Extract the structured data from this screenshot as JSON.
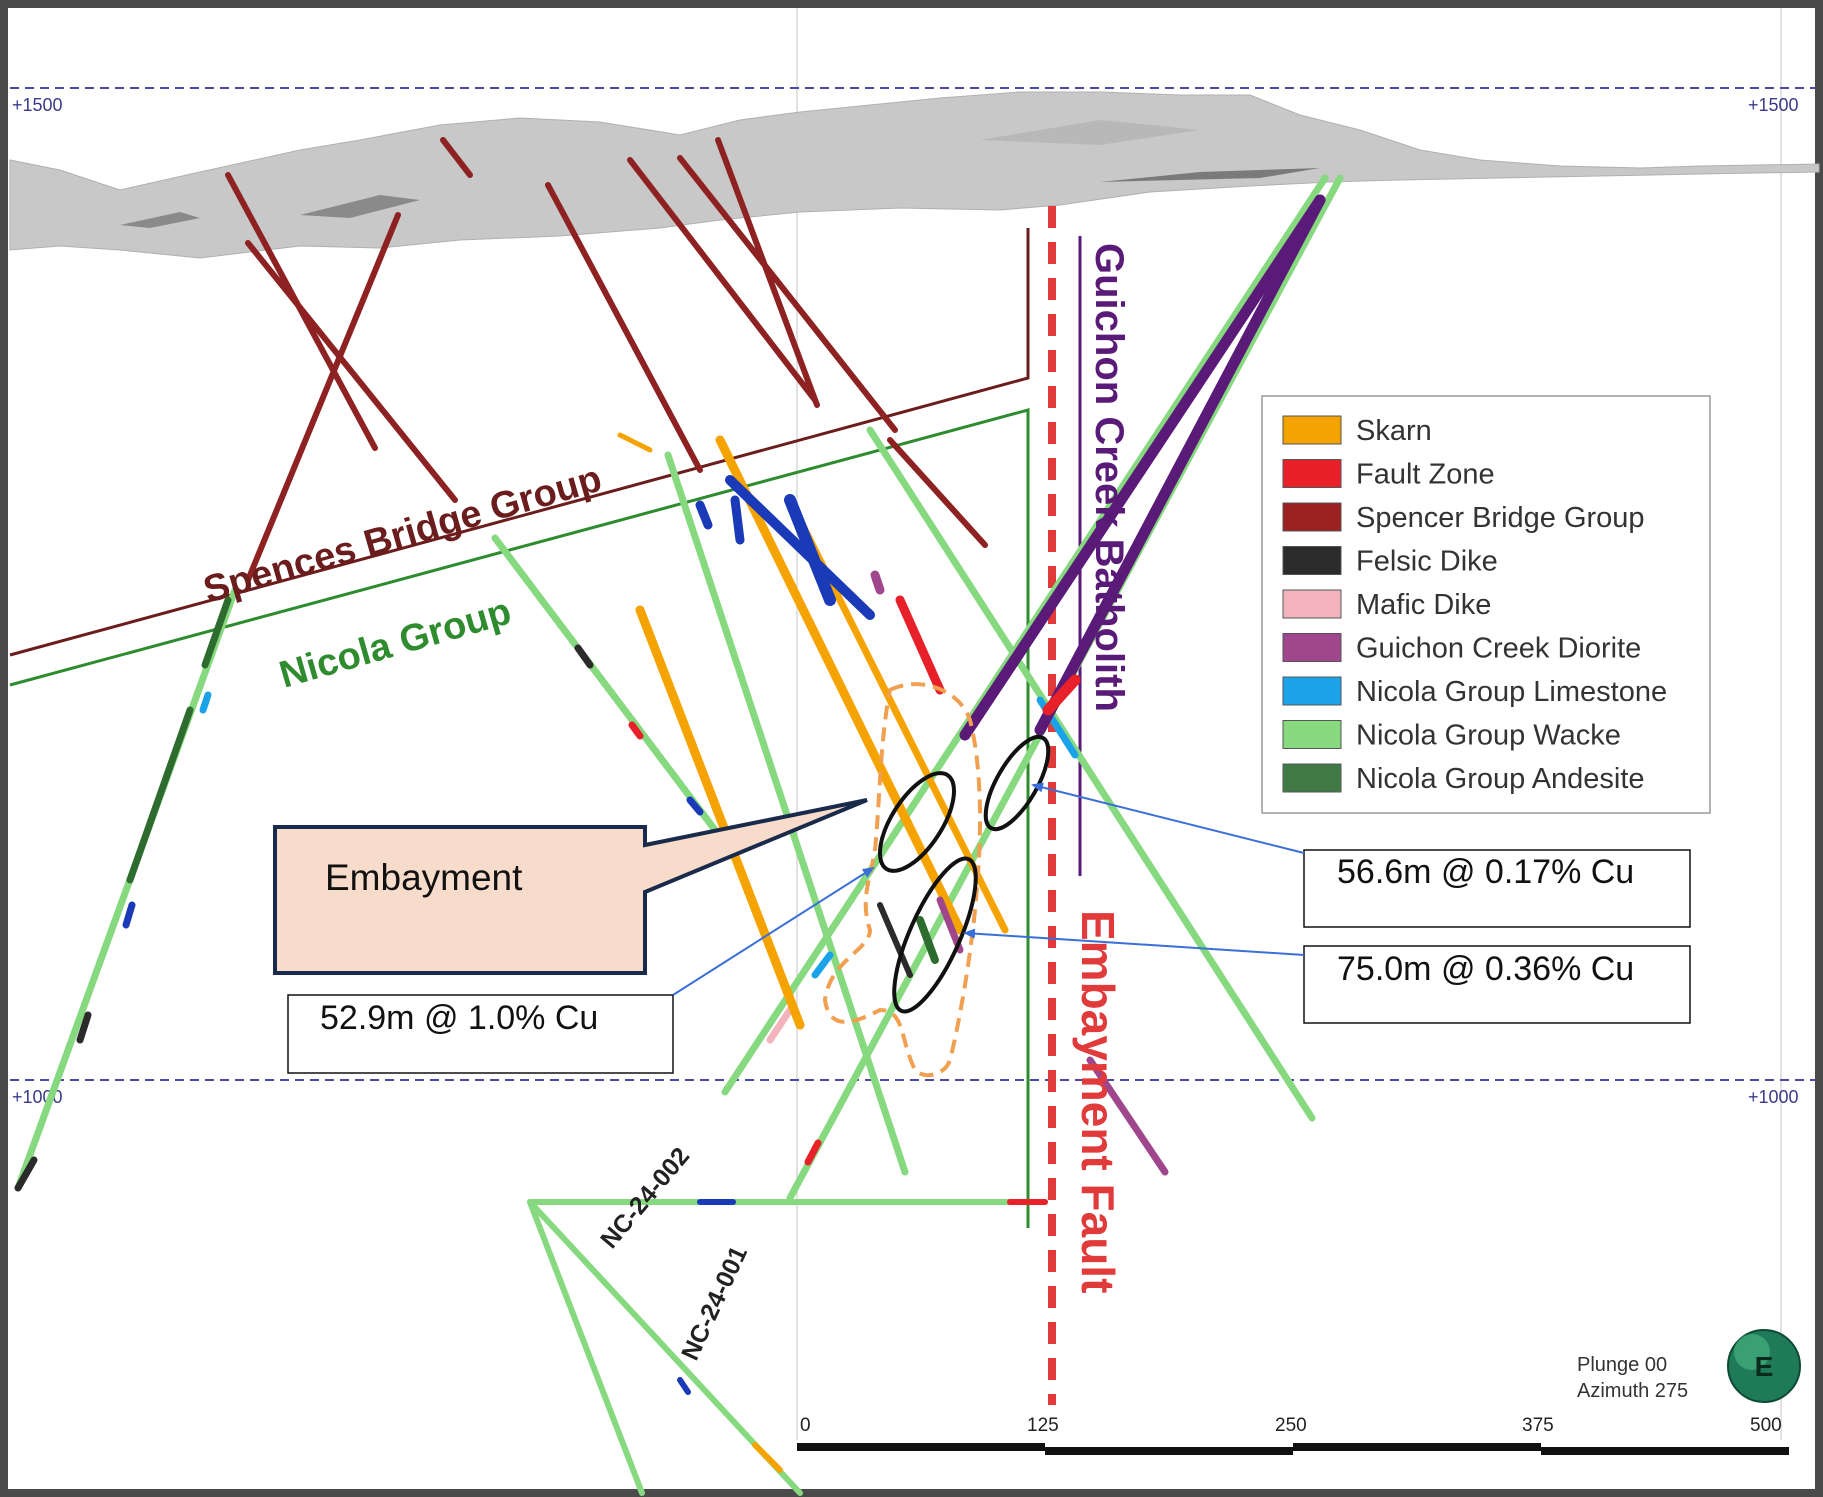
{
  "elevation_labels": {
    "upper": "+1500",
    "lower": "+1000"
  },
  "unit_labels": {
    "spences_bridge": "Spences Bridge Group",
    "nicola": "Nicola Group",
    "batholith": "Guichon Creek Batholith",
    "fault": "Embayment Fault"
  },
  "callouts": {
    "embayment": "Embayment",
    "intercept_1": "56.6m @ 0.17% Cu",
    "intercept_2": "75.0m @ 0.36% Cu",
    "intercept_3": "52.9m @ 1.0% Cu"
  },
  "drillholes": [
    "NC-24-002",
    "NC-24-001"
  ],
  "legend": [
    {
      "label": "Skarn",
      "color": "#f5a300"
    },
    {
      "label": "Fault Zone",
      "color": "#e8202a"
    },
    {
      "label": "Spencer Bridge Group",
      "color": "#9b2020"
    },
    {
      "label": "Felsic Dike",
      "color": "#2b2b2b"
    },
    {
      "label": "Mafic Dike",
      "color": "#f2b3bc"
    },
    {
      "label": "Guichon Creek Diorite",
      "color": "#a0468c"
    },
    {
      "label": "Nicola Group Limestone",
      "color": "#1aa3e8"
    },
    {
      "label": "Nicola Group Wacke",
      "color": "#86d97f"
    },
    {
      "label": "Nicola Group Andesite",
      "color": "#3f7a45"
    }
  ],
  "orientation": {
    "plunge": "Plunge 00",
    "azimuth": "Azimuth 275",
    "compass": "E"
  },
  "scale_bar": [
    "0",
    "125",
    "250",
    "375",
    "500"
  ],
  "colors": {
    "spences_line": "#6b1d1d",
    "nicola_line": "#2e8b2e",
    "batholith": "#5a1a78",
    "fault": "#e03a3a",
    "dashed_elevation": "#4a4aa8",
    "embayment_outline": "#f0a050",
    "callout_fill": "#f8dccb",
    "arrow": "#3a6fd8"
  }
}
